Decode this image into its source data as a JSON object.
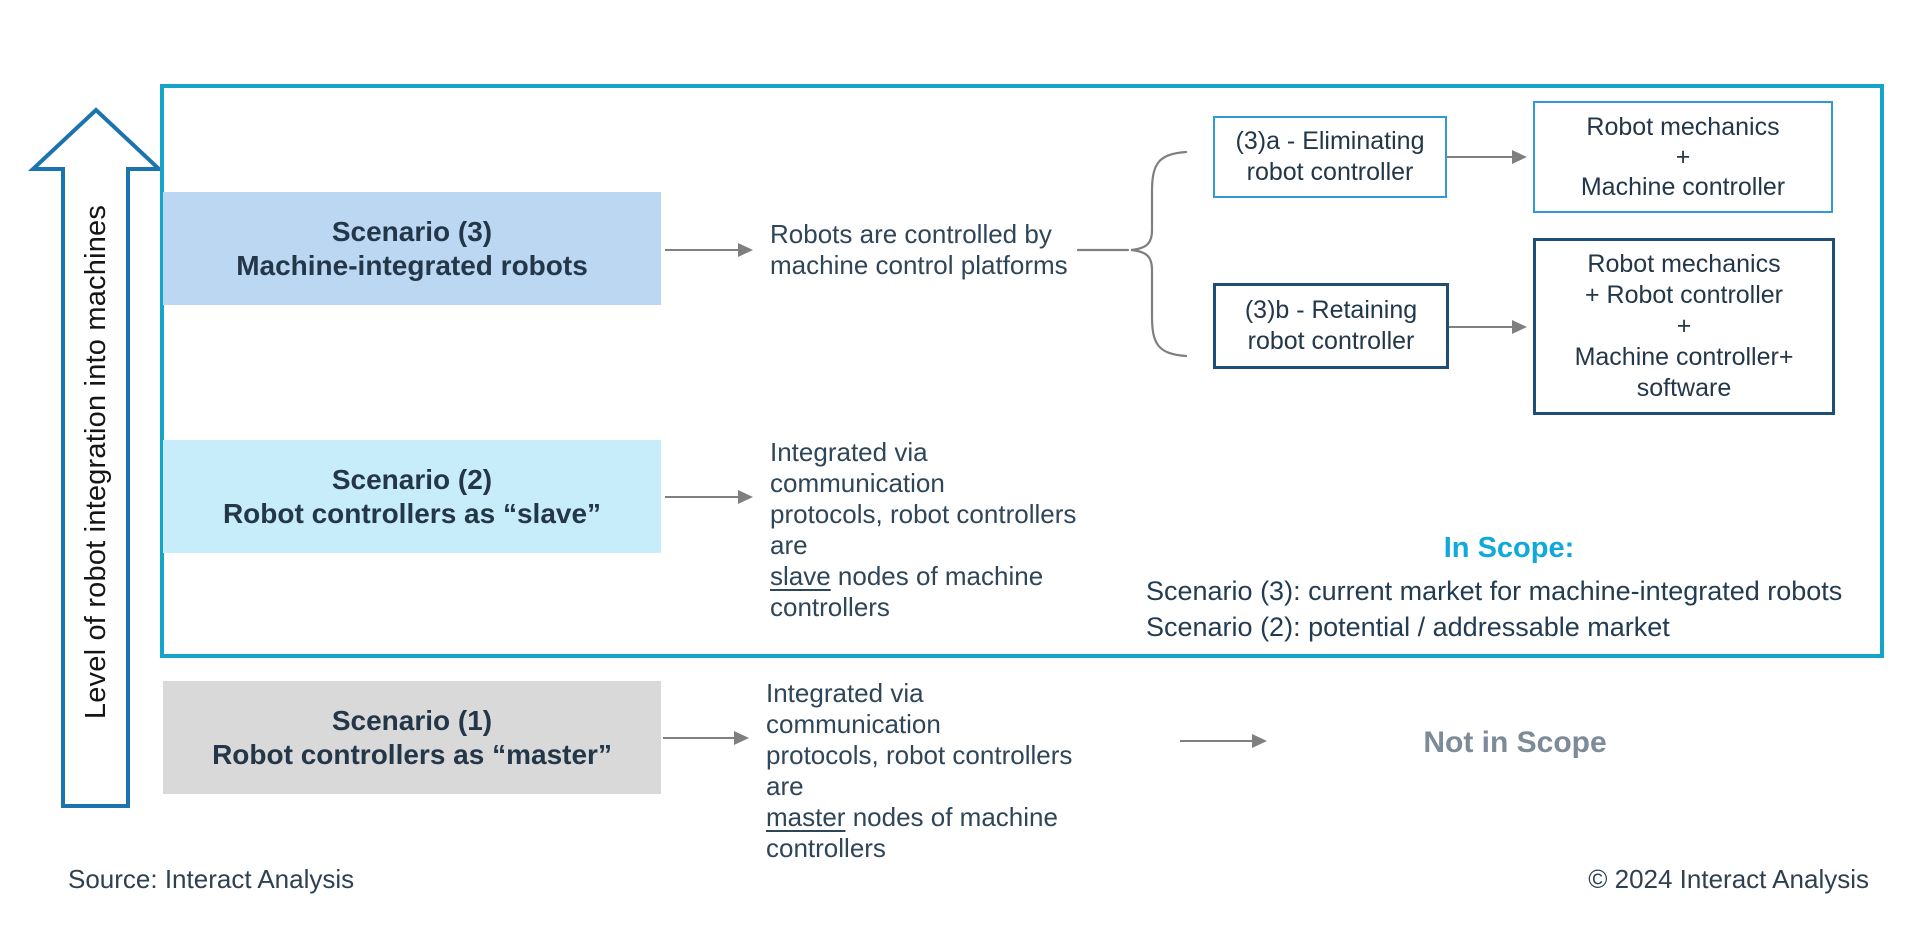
{
  "axis": {
    "label": "Level of robot integration into machines"
  },
  "scenario3": {
    "title1": "Scenario (3)",
    "title2": "Machine-integrated robots",
    "desc1": "Robots are controlled by",
    "desc2": "machine control platforms"
  },
  "scenario2": {
    "title1": "Scenario (2)",
    "title2": "Robot controllers as “slave”",
    "desc1": "Integrated via communication",
    "desc2": "protocols, robot controllers are",
    "desc3_word": "slave",
    "desc3_rest": " nodes of machine",
    "desc4": "controllers"
  },
  "scenario1": {
    "title1": "Scenario (1)",
    "title2": "Robot controllers as “master”",
    "desc1": "Integrated via communication",
    "desc2": "protocols, robot controllers are",
    "desc3_word": "master",
    "desc3_rest": " nodes of machine",
    "desc4": "controllers"
  },
  "branch_a": {
    "line1": "(3)a - Eliminating",
    "line2": "robot controller"
  },
  "branch_b": {
    "line1": "(3)b - Retaining",
    "line2": "robot controller"
  },
  "result_a": {
    "line1": "Robot mechanics",
    "line2": "+",
    "line3": "Machine controller"
  },
  "result_b": {
    "line1": "Robot mechanics",
    "line2": "+ Robot controller",
    "line3": "+",
    "line4": "Machine controller+",
    "line5": "software"
  },
  "scope": {
    "heading": "In Scope:",
    "line1": "Scenario (3): current market for machine-integrated robots",
    "line2": "Scenario (2): potential / addressable market",
    "not_in_scope": "Not in Scope"
  },
  "footer": {
    "source": "Source: Interact Analysis",
    "copyright": "© 2024 Interact Analysis"
  },
  "colors": {
    "scope_border": "#14a5c9",
    "axis_arrow_outline": "#1b74ad",
    "scenario3_fill": "#bcd7f2",
    "scenario2_fill": "#c7ecfa",
    "scenario1_fill": "#d9d9d9",
    "branch_a_border": "#2e9bd6",
    "branch_b_border": "#1f4e79",
    "connector_gray": "#7f7f7f",
    "in_scope_accent": "#0fa9db",
    "not_in_scope_gray": "#7d8a98",
    "text_dark": "#233749",
    "text_body": "#2f4558"
  }
}
